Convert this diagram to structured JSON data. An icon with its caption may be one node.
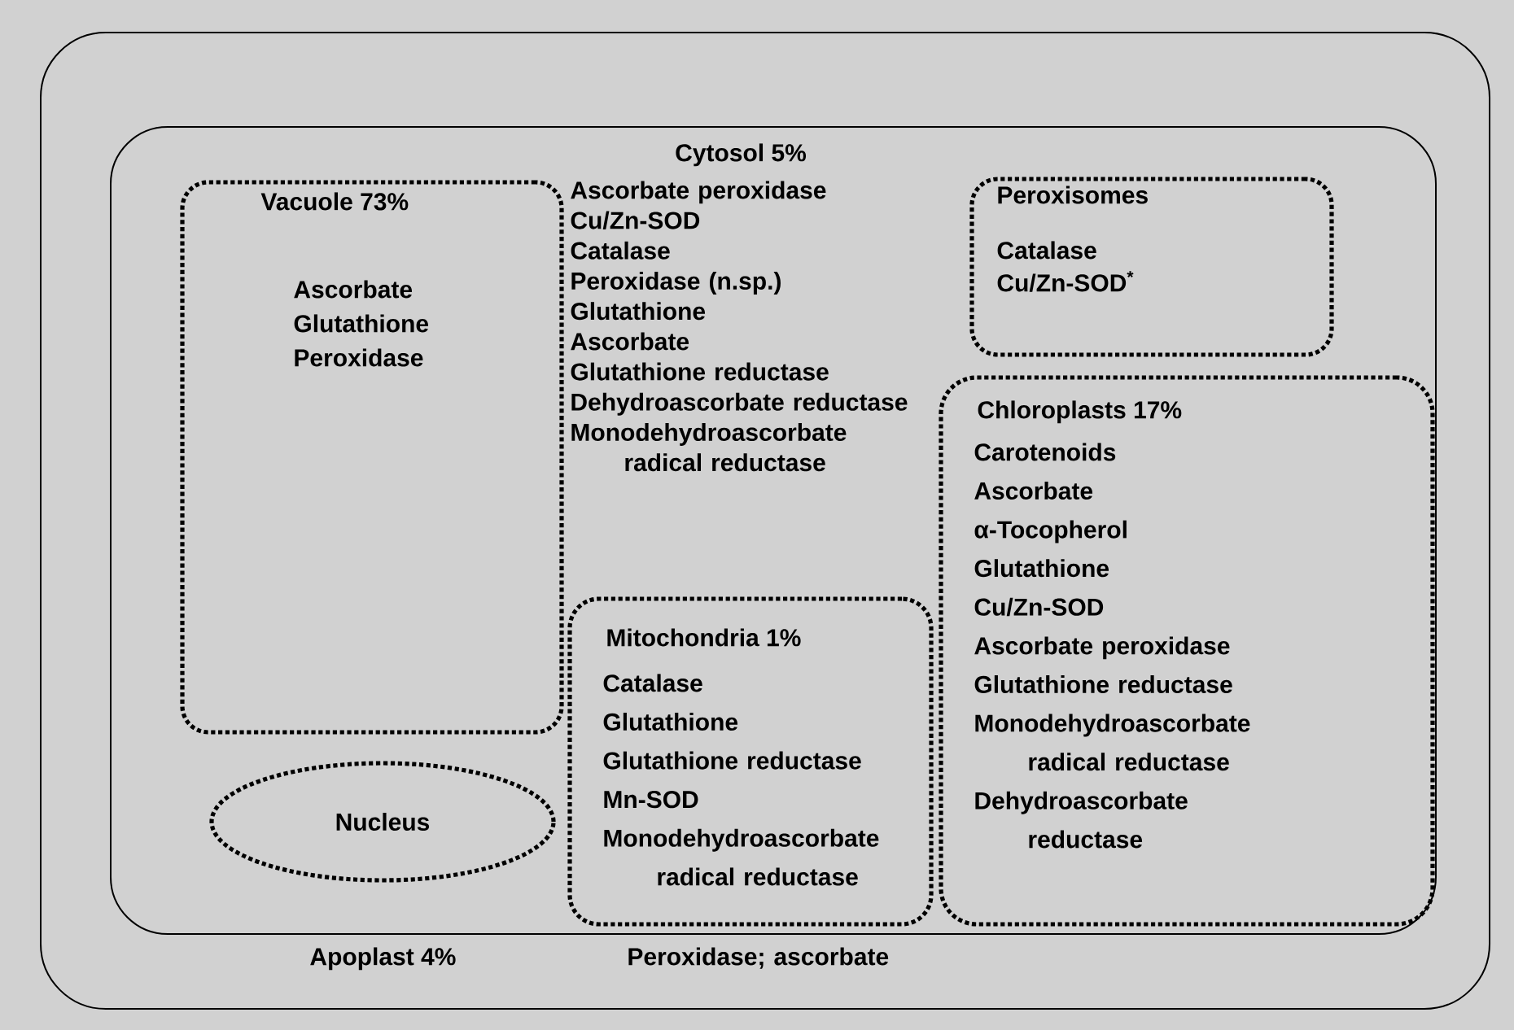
{
  "diagram": {
    "nodes": [
      {
        "text": [
          "Apoplast 4%",
          "Peroxidase; ascorbate"
        ]
      },
      {
        "text": [
          "Cytosol 5%",
          "Ascorbate peroxidase",
          "Cu/Zn-SOD",
          "Catalase",
          "Peroxidase (n.sp.)",
          "Glutathione",
          "Ascorbate",
          "Glutathione reductase",
          "Dehydroascorbate reductase",
          "Monodehydroascorbate radical reductase"
        ],
        "in": 0
      },
      {
        "text": [
          "Vacuole 73%",
          "Ascorbate",
          "Glutathione",
          "Peroxidase"
        ],
        "in": 1
      },
      {
        "text": [
          "Peroxisomes",
          "Catalase",
          "Cu/Zn-SOD$^{*}$"
        ],
        "in": 1
      },
      {
        "text": [
          "Chloroplasts 17%",
          "Carotenoids",
          "Ascorbate",
          "α-Tocopherol",
          "Glutathione",
          "Cu/Zn-SOD",
          "Ascorbate peroxidase",
          "Glutathione reductase",
          "Monodehydroascorbate radical reductase",
          "Dehydroascorbate reductase"
        ],
        "in": 1
      },
      {
        "text": [
          "Mitochondria 1%",
          "Catalase",
          "Glutathione",
          "Glutathione reductase",
          "Mn-SOD",
          "Monodehydroascorbate radical reductase"
        ],
        "in": 1
      },
      {
        "text": [
          "Nucleus"
        ],
        "in": 1
      }
    ]
  }
}
